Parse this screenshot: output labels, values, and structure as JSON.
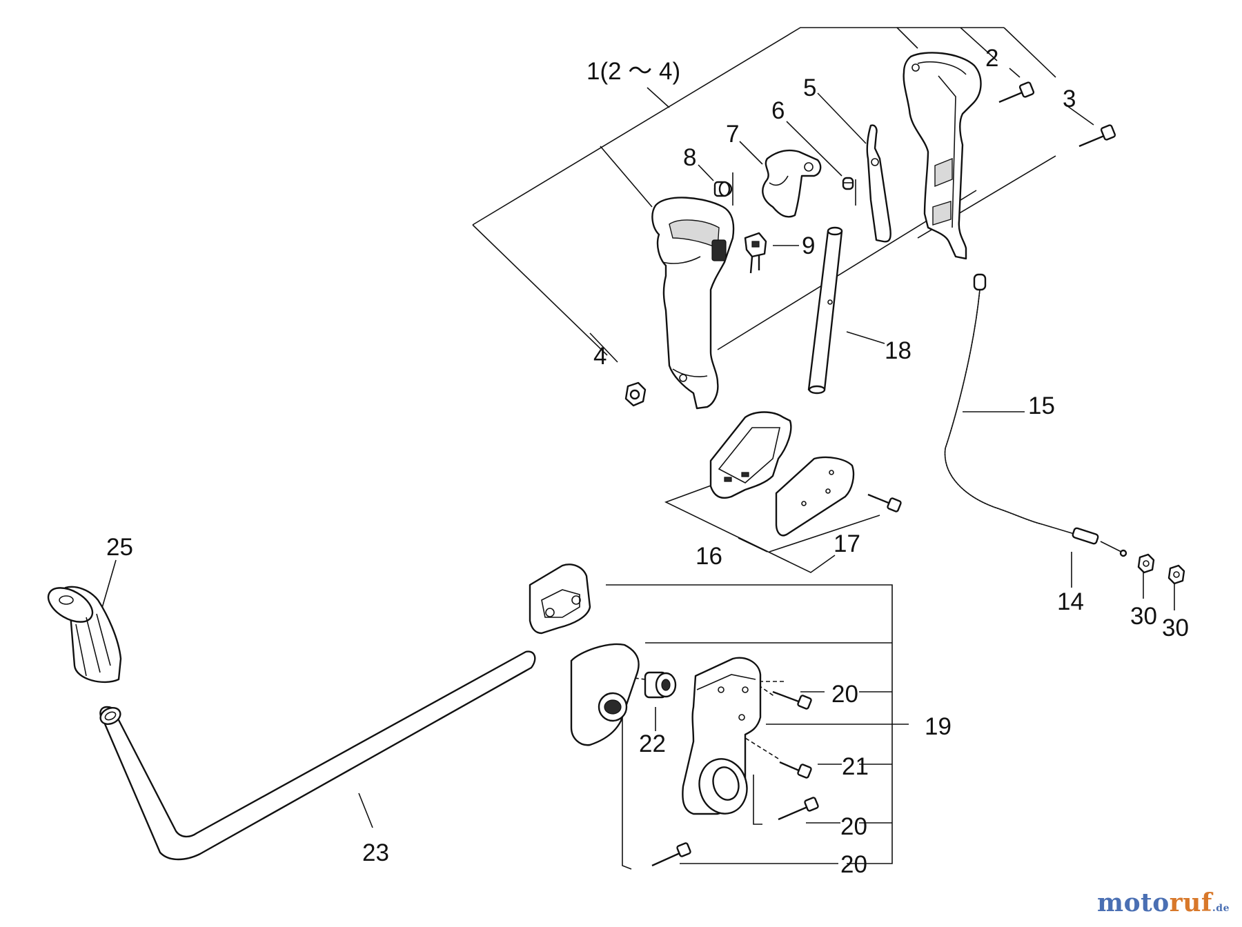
{
  "callouts": {
    "c1": "1(2 ～ 4)",
    "c2": "2",
    "c3": "3",
    "c4": "4",
    "c5": "5",
    "c6": "6",
    "c7": "7",
    "c8": "8",
    "c9": "9",
    "c14": "14",
    "c15": "15",
    "c16": "16",
    "c17": "17",
    "c18": "18",
    "c19": "19",
    "c20a": "20",
    "c20b": "20",
    "c20c": "20",
    "c21": "21",
    "c22": "22",
    "c23": "23",
    "c25": "25",
    "c30a": "30",
    "c30b": "30"
  },
  "watermark": {
    "part1": "moto",
    "part2": "ruf",
    "part3": ".de"
  },
  "colors": {
    "line": "#111111",
    "watermark_blue": "#4a6fb3",
    "watermark_orange": "#d8782a"
  }
}
